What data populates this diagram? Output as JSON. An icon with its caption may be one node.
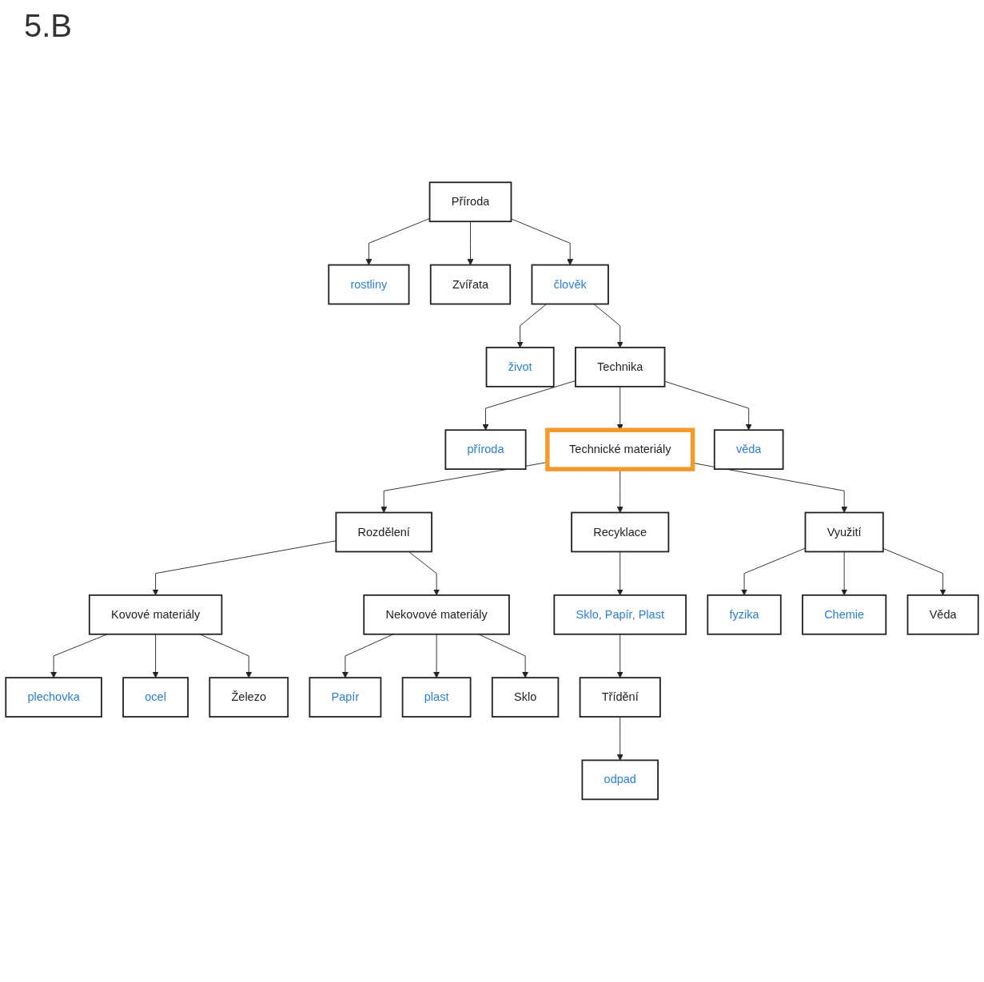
{
  "diagram": {
    "nodes": [
      {
        "text": [
          "Příroda"
        ]
      },
      {
        "text": [
          "rostliny"
        ]
      },
      {
        "text": [
          "Zvířata"
        ]
      },
      {
        "text": [
          "člověk"
        ]
      },
      {
        "text": [
          "život"
        ]
      },
      {
        "text": [
          "Technika"
        ]
      },
      {
        "text": [
          "příroda"
        ]
      },
      {
        "text": [
          "Technické materiály"
        ]
      },
      {
        "text": [
          "věda"
        ]
      },
      {
        "text": [
          "Rozdělení"
        ]
      },
      {
        "text": [
          "Recyklace"
        ]
      },
      {
        "text": [
          "Využití"
        ]
      },
      {
        "text": [
          "Kovové materiály"
        ]
      },
      {
        "text": [
          "Nekovové materiály"
        ]
      },
      {
        "text": [
          "plechovka"
        ]
      },
      {
        "text": [
          "ocel"
        ]
      },
      {
        "text": [
          "Železo"
        ]
      },
      {
        "text": [
          "Papír"
        ]
      },
      {
        "text": [
          "plast"
        ]
      },
      {
        "text": [
          "Sklo"
        ]
      },
      {
        "text": [
          "Sklo, Papír, Plast"
        ]
      },
      {
        "text": [
          "Třídění"
        ]
      },
      {
        "text": [
          "odpad"
        ]
      },
      {
        "text": [
          "fyzika"
        ]
      },
      {
        "text": [
          "Chemie"
        ]
      },
      {
        "text": [
          "Věda"
        ]
      }
    ],
    "edges": [
      {
        "from": 0,
        "to": 1,
        "arrow": "to"
      },
      {
        "from": 0,
        "to": 2,
        "arrow": "to"
      },
      {
        "from": 0,
        "to": 3,
        "arrow": "to"
      },
      {
        "from": 3,
        "to": 4,
        "arrow": "to"
      },
      {
        "from": 3,
        "to": 5,
        "arrow": "to"
      },
      {
        "from": 5,
        "to": 6,
        "arrow": "to"
      },
      {
        "from": 5,
        "to": 7,
        "arrow": "to"
      },
      {
        "from": 5,
        "to": 8,
        "arrow": "to"
      },
      {
        "from": 7,
        "to": 9,
        "arrow": "to"
      },
      {
        "from": 7,
        "to": 10,
        "arrow": "to"
      },
      {
        "from": 7,
        "to": 11,
        "arrow": "to"
      },
      {
        "from": 9,
        "to": 12,
        "arrow": "to"
      },
      {
        "from": 9,
        "to": 13,
        "arrow": "to"
      },
      {
        "from": 12,
        "to": 14,
        "arrow": "to"
      },
      {
        "from": 12,
        "to": 15,
        "arrow": "to"
      },
      {
        "from": 12,
        "to": 16,
        "arrow": "to"
      },
      {
        "from": 13,
        "to": 17,
        "arrow": "to"
      },
      {
        "from": 13,
        "to": 18,
        "arrow": "to"
      },
      {
        "from": 13,
        "to": 19,
        "arrow": "to"
      },
      {
        "from": 10,
        "to": 20,
        "arrow": "to"
      },
      {
        "from": 20,
        "to": 21,
        "arrow": "to"
      },
      {
        "from": 21,
        "to": 22,
        "arrow": "to"
      },
      {
        "from": 11,
        "to": 23,
        "arrow": "to"
      },
      {
        "from": 11,
        "to": 24,
        "arrow": "to"
      },
      {
        "from": 11,
        "to": 25,
        "arrow": "to"
      }
    ],
    "labels": [
      "5.B"
    ]
  }
}
